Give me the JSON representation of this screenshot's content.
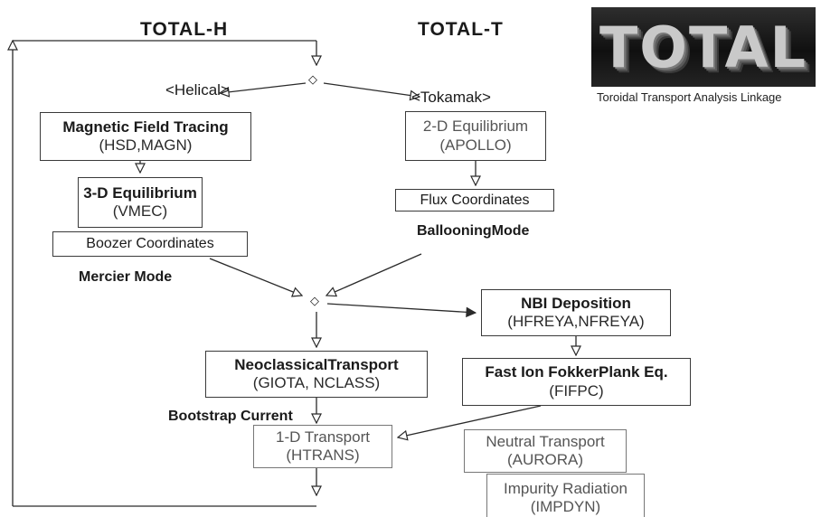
{
  "headers": {
    "left": "TOTAL-H",
    "right": "TOTAL-T"
  },
  "logo": {
    "wordmark": "TOTAL",
    "caption": "Toroidal Transport Analysis Linkage"
  },
  "branches": {
    "helical": "<Helical>",
    "tokamak": "<Tokamak>"
  },
  "modules": {
    "magnetic_field_tracing": {
      "title": "Magnetic Field Tracing",
      "code": "(HSD,MAGN)"
    },
    "equilibrium_3d": {
      "title": "3-D Equilibrium",
      "code": "(VMEC)"
    },
    "boozer": {
      "title": "Boozer Coordinates"
    },
    "equilibrium_2d": {
      "title": "2-D Equilibrium",
      "code": "(APOLLO)"
    },
    "flux": {
      "title": "Flux Coordinates"
    },
    "nbi": {
      "title": "NBI Deposition",
      "code": "(HFREYA,NFREYA)"
    },
    "neoclassical": {
      "title": "NeoclassicalTransport",
      "code": "(GIOTA, NCLASS)"
    },
    "fast_ion": {
      "title": "Fast Ion FokkerPlank Eq.",
      "code": "(FIFPC)"
    },
    "transport_1d": {
      "title": "1-D Transport",
      "code": "(HTRANS)"
    },
    "neutral": {
      "title": "Neutral Transport",
      "code": "(AURORA)"
    },
    "impurity": {
      "title": "Impurity Radiation",
      "code": "(IMPDYN)"
    }
  },
  "annotations": {
    "mercier": "Mercier Mode",
    "ballooning": "BallooningMode",
    "bootstrap": "Bootstrap Current"
  },
  "connector_glyph": "◇",
  "colors": {
    "line": "#2a2a2a",
    "box_border": "#3a3a3a",
    "muted_text": "#555555"
  }
}
